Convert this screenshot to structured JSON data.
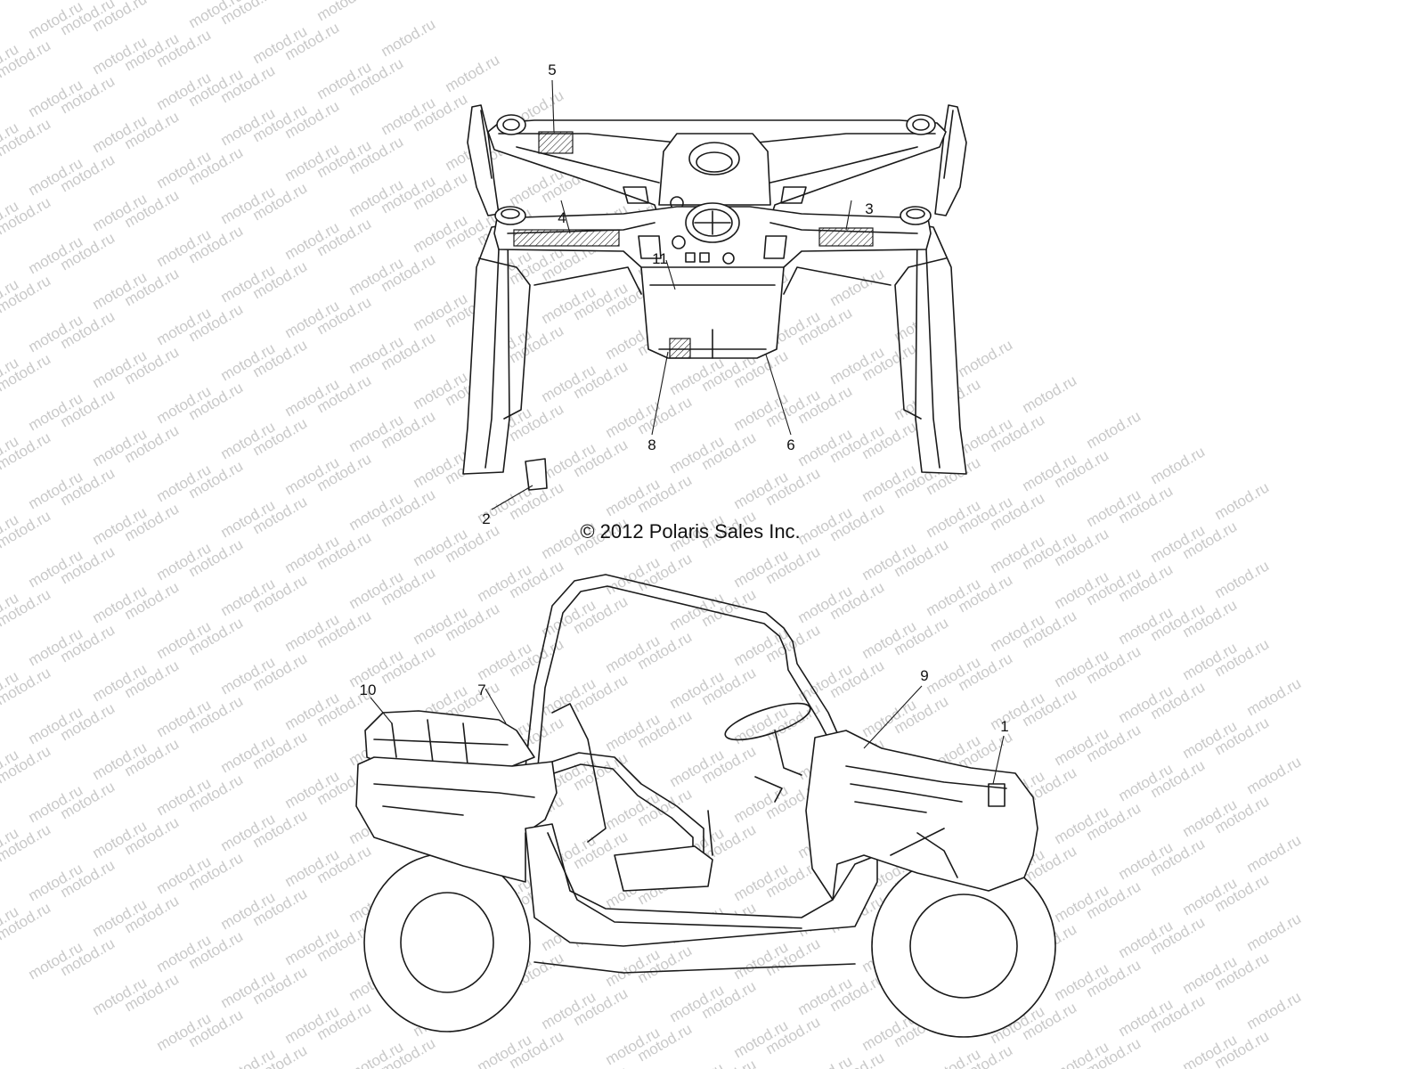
{
  "watermark": {
    "text": "motod.ru"
  },
  "copyright": "© 2012 Polaris Sales Inc.",
  "callouts": {
    "c1": "1",
    "c2": "2",
    "c3": "3",
    "c4": "4",
    "c5": "5",
    "c6": "6",
    "c7": "7",
    "c8": "8",
    "c9": "9",
    "c10": "10",
    "c11": "11"
  },
  "colors": {
    "line": "#1a1a1a",
    "watermark": "#c9c9c9",
    "background": "#ffffff"
  }
}
